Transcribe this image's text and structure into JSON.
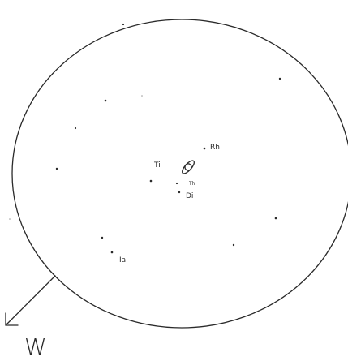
{
  "labels": {
    "rhea": "Rh",
    "titan": "Ti",
    "tethys": "Th",
    "dione": "Di",
    "iapetus": "Ia",
    "west": "W"
  }
}
